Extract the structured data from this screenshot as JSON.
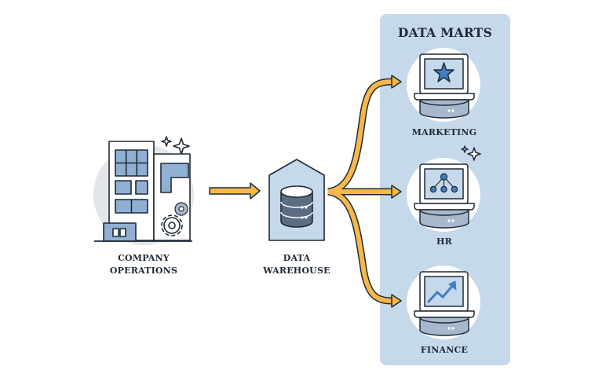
{
  "source": {
    "line1": "COMPANY",
    "line2": "OPERATIONS"
  },
  "warehouse": {
    "line1": "DATA",
    "line2": "WAREHOUSE"
  },
  "marts": {
    "title": "DATA MARTS",
    "items": [
      {
        "label": "MARKETING",
        "icon": "star-icon"
      },
      {
        "label": "HR",
        "icon": "org-chart-icon"
      },
      {
        "label": "FINANCE",
        "icon": "growth-chart-icon"
      }
    ]
  },
  "colors": {
    "panel": "#c6d9ea",
    "accent_blue": "#3f7fc4",
    "arrow": "#f7b84a",
    "outline": "#1f2a36",
    "steel": "#a8b8cc"
  }
}
